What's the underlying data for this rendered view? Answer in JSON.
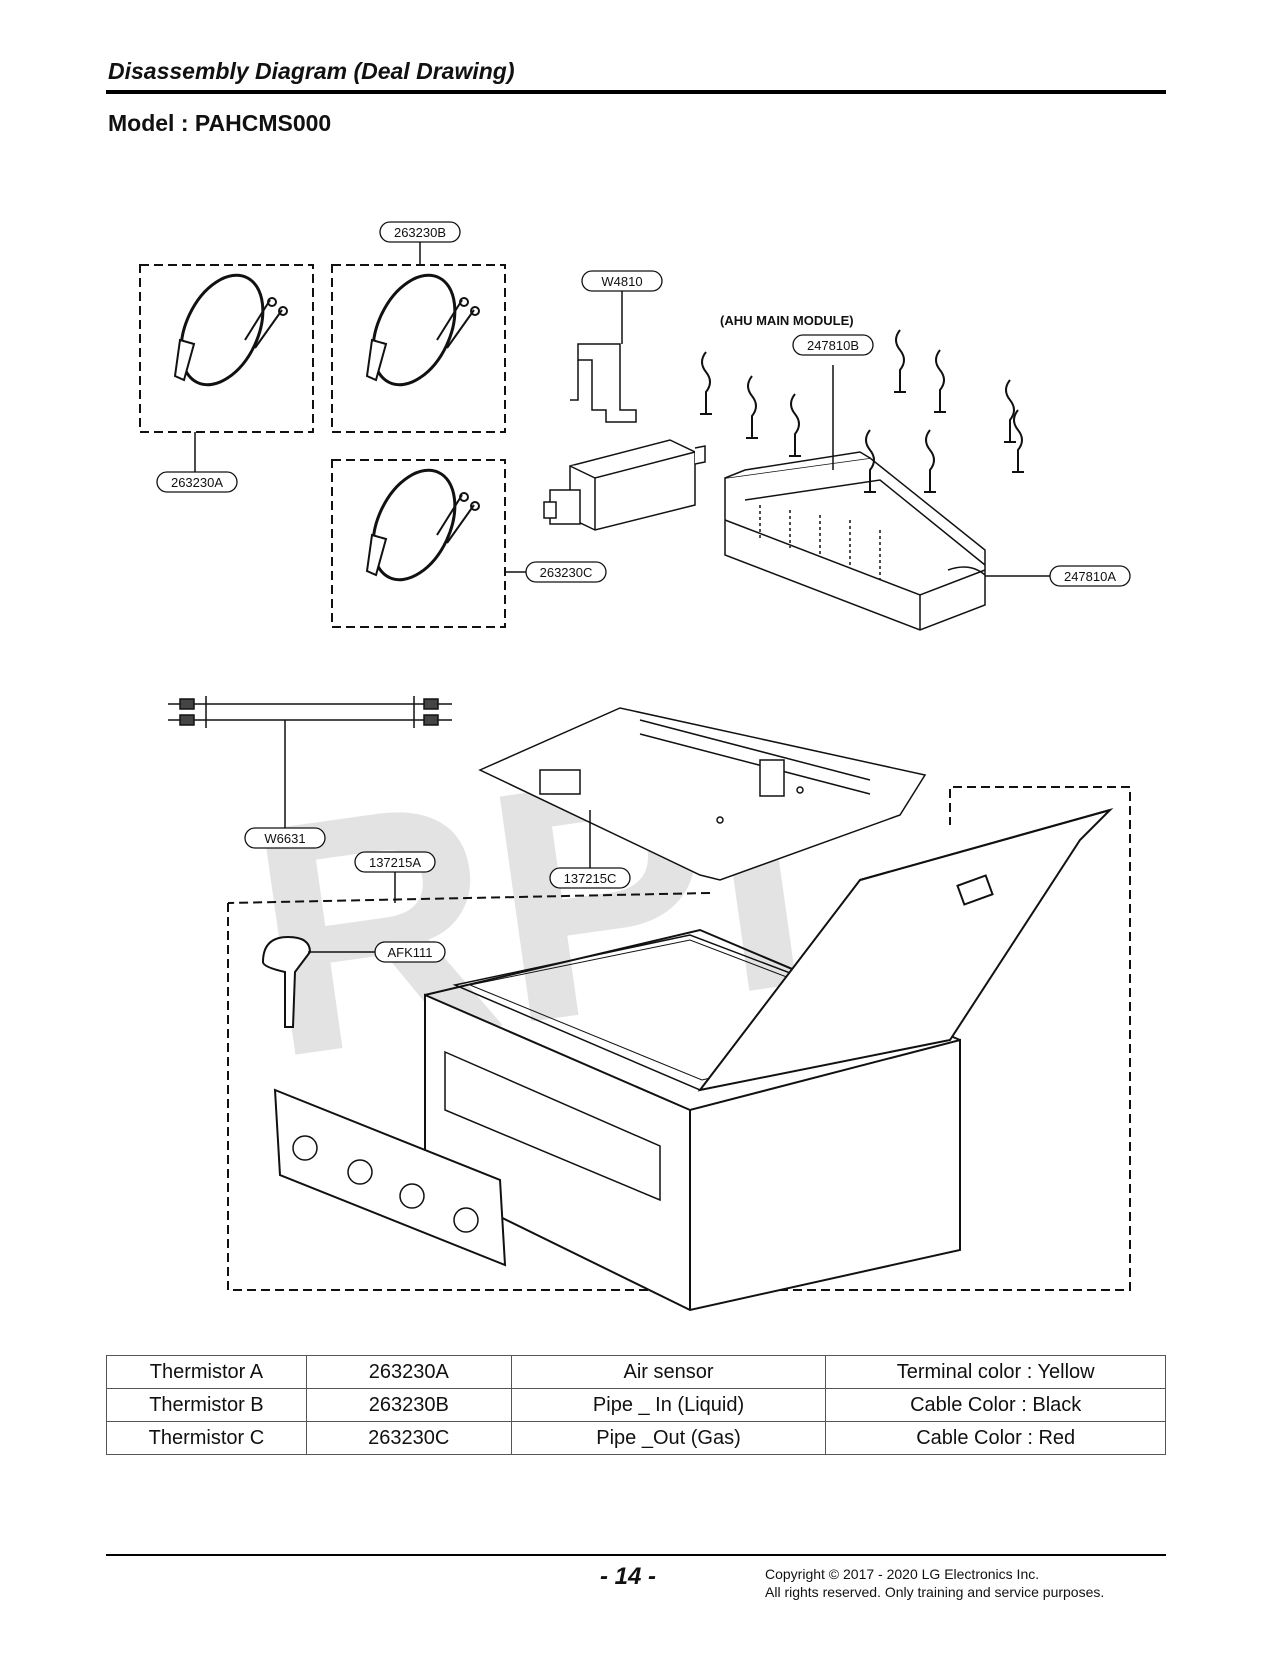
{
  "header": {
    "title": "Disassembly Diagram (Deal Drawing)",
    "model": "Model : PAHCMS000"
  },
  "diagram": {
    "watermark": "RPI",
    "labels": {
      "t263230B": "263230B",
      "t263230A": "263230A",
      "t263230C": "263230C",
      "tW4810": "W4810",
      "tAhu": "(AHU MAIN MODULE)",
      "t247810B": "247810B",
      "t247810A": "247810A",
      "tW6631": "W6631",
      "t137215A": "137215A",
      "t137215C": "137215C",
      "tAFK111": "AFK111"
    }
  },
  "parts_table": {
    "rows": [
      [
        "Thermistor A",
        "263230A",
        "Air sensor",
        "Terminal color : Yellow"
      ],
      [
        "Thermistor B",
        "263230B",
        "Pipe _ In (Liquid)",
        "Cable Color : Black"
      ],
      [
        "Thermistor C",
        "263230C",
        "Pipe _Out (Gas)",
        "Cable Color : Red"
      ]
    ]
  },
  "footer": {
    "page_number": "- 14 -",
    "copyright_line1": "Copyright © 2017 - 2020 LG Electronics Inc.",
    "copyright_line2": "All rights reserved. Only training and service purposes."
  }
}
